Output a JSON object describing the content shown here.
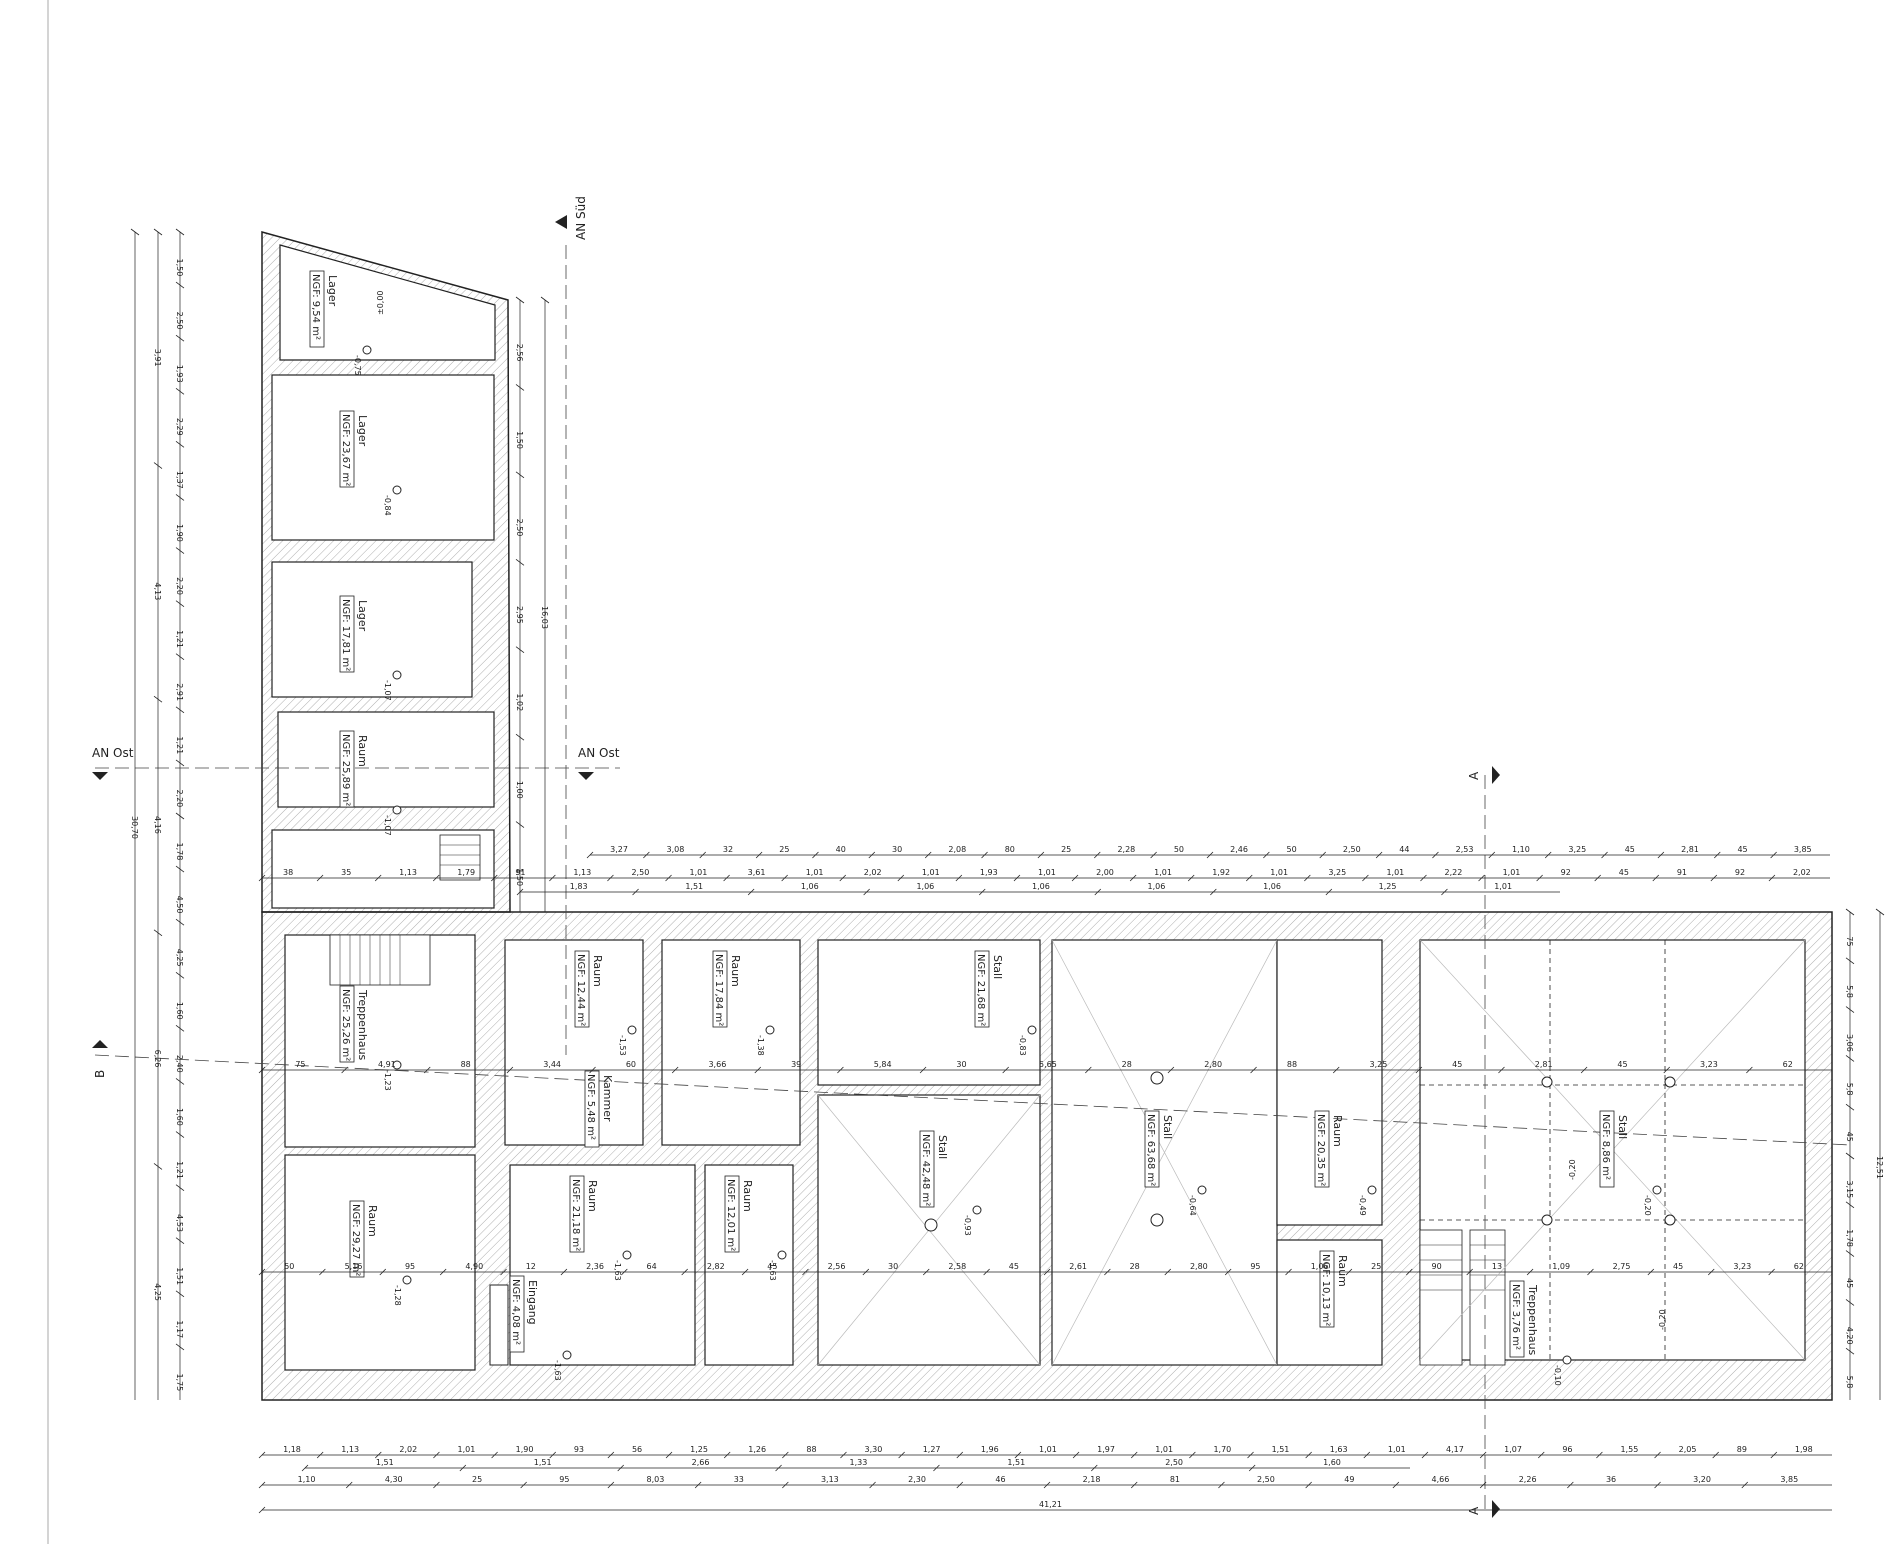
{
  "section_marks": {
    "an_sued": "AN Süd",
    "an_ost_left": "AN Ost",
    "an_ost_right": "AN Ost",
    "a_top": "A",
    "a_bottom": "A",
    "b_left": "B"
  },
  "rooms": [
    {
      "id": "lager-1",
      "name": "Lager",
      "area": "NGF: 9,54 m²",
      "level": "-0,75"
    },
    {
      "id": "lager-2",
      "name": "Lager",
      "area": "NGF: 23,67 m²",
      "level": "-0,84"
    },
    {
      "id": "lager-3",
      "name": "Lager",
      "area": "NGF: 17,81 m²",
      "level": "-1,07"
    },
    {
      "id": "raum-1",
      "name": "Raum",
      "area": "NGF: 25,89 m²",
      "level": "-1,07"
    },
    {
      "id": "treppenhaus-1",
      "name": "Treppenhaus",
      "area": "NGF: 25,26 m²",
      "level": "-1,23"
    },
    {
      "id": "raum-2",
      "name": "Raum",
      "area": "NGF: 12,44 m²",
      "level": "-1,53"
    },
    {
      "id": "raum-3",
      "name": "Raum",
      "area": "NGF: 17,84 m²",
      "level": "-1,38"
    },
    {
      "id": "kammer",
      "name": "Kammer",
      "area": "NGF: 5,48 m²",
      "level": ""
    },
    {
      "id": "stall-1",
      "name": "Stall",
      "area": "NGF: 21,68 m²",
      "level": "-0,83"
    },
    {
      "id": "stall-2",
      "name": "Stall",
      "area": "NGF: 42,48 m²",
      "level": "-0,93"
    },
    {
      "id": "stall-3",
      "name": "Stall",
      "area": "NGF: 63,68 m²",
      "level": "-0,64"
    },
    {
      "id": "raum-4",
      "name": "Raum",
      "area": "NGF: 20,35 m²",
      "level": "-0,49"
    },
    {
      "id": "raum-5",
      "name": "Raum",
      "area": "NGF: 10,13 m²",
      "level": ""
    },
    {
      "id": "stall-4",
      "name": "Stall",
      "area": "NGF: 8,86 m²",
      "level": "-0,20"
    },
    {
      "id": "raum-6",
      "name": "Raum",
      "area": "NGF: 29,27 m²",
      "level": "-1,28"
    },
    {
      "id": "raum-7",
      "name": "Raum",
      "area": "NGF: 21,18 m²",
      "level": "-1,63"
    },
    {
      "id": "raum-8",
      "name": "Raum",
      "area": "NGF: 12,01 m²",
      "level": "-1,63"
    },
    {
      "id": "eingang",
      "name": "Eingang",
      "area": "NGF: 4,08 m²",
      "level": "-1,63"
    },
    {
      "id": "treppenhaus-2",
      "name": "Treppenhaus",
      "area": "NGF: 3,76 m²",
      "level": "-0,10"
    }
  ],
  "levels": {
    "top_lager": "±0,00",
    "stall_right": "-0,20",
    "stall_right_low": "-0,20"
  },
  "dims": {
    "left_outer": [
      "1,50",
      "2,50",
      "1,93",
      "2,29",
      "1,37",
      "1,90",
      "2,20",
      "1,21",
      "2,91",
      "1,21",
      "2,20",
      "1,78",
      "4,50",
      "4,25",
      "1,60",
      "2,40",
      "1,60",
      "1,21",
      "4,53",
      "1,51",
      "1,17",
      "1,75"
    ],
    "left_total": "30,70",
    "left_mid": [
      "3,91",
      "4,13",
      "4,16",
      "6,26",
      "4,25"
    ],
    "north_wing_right": [
      "2,56",
      "1,50",
      "2,50",
      "2,95",
      "1,02",
      "1,00",
      "1,50"
    ],
    "north_wing_total": "16,03",
    "top_row1": [
      "3,27",
      "3,08",
      "32",
      "25",
      "40",
      "30",
      "2,08",
      "80",
      "25",
      "2,28",
      "50",
      "2,46",
      "50",
      "2,50",
      "44",
      "2,53",
      "1,10",
      "3,25",
      "45",
      "2,81",
      "45",
      "3,85"
    ],
    "top_row2": [
      "38",
      "35",
      "1,13",
      "1,79",
      "91",
      "1,13",
      "2,50",
      "1,01",
      "3,61",
      "1,01",
      "2,02",
      "1,01",
      "1,93",
      "1,01",
      "2,00",
      "1,01",
      "1,92",
      "1,01",
      "3,25",
      "1,01",
      "2,22",
      "1,01",
      "92",
      "45",
      "91",
      "92",
      "2,02"
    ],
    "top_row2_sub": [
      "1,83",
      "1,51",
      "1,06",
      "1,06",
      "1,06",
      "1,06",
      "1,06",
      "1,25",
      "1,01"
    ],
    "mid_row1": [
      "75",
      "4,91",
      "88",
      "3,44",
      "60",
      "3,66",
      "39",
      "5,84",
      "30",
      "5,65",
      "28",
      "2,80",
      "88",
      "3,25",
      "45",
      "2,81",
      "45",
      "3,23",
      "62"
    ],
    "mid_row2": [
      "50",
      "5,16",
      "95",
      "4,90",
      "12",
      "2,36",
      "64",
      "2,82",
      "45",
      "2,56",
      "30",
      "2,58",
      "45",
      "2,61",
      "28",
      "2,80",
      "95",
      "1,06",
      "25",
      "90",
      "13",
      "1,09",
      "2,75",
      "45",
      "3,23",
      "62"
    ],
    "bottom_row1": [
      "1,18",
      "1,13",
      "2,02",
      "1,01",
      "1,90",
      "93",
      "56",
      "1,25",
      "1,26",
      "88",
      "3,30",
      "1,27",
      "1,96",
      "1,01",
      "1,97",
      "1,01",
      "1,70",
      "1,51",
      "1,63",
      "1,01",
      "4,17",
      "1,07",
      "96",
      "1,55",
      "2,05",
      "89",
      "1,98"
    ],
    "bottom_row1_sub": [
      "1,51",
      "1,51",
      "2,66",
      "1,33",
      "1,51",
      "2,50",
      "1,60"
    ],
    "bottom_row2": [
      "1,10",
      "4,30",
      "25",
      "95",
      "8,03",
      "33",
      "3,13",
      "2,30",
      "46",
      "2,18",
      "81",
      "2,50",
      "49",
      "4,66",
      "2,26",
      "36",
      "3,20",
      "3,85"
    ],
    "bottom_total": "41,21",
    "right_side": [
      "75",
      "5,8",
      "3,06",
      "5,8",
      "45",
      "3,15",
      "1,78",
      "45",
      "4,20",
      "5,8"
    ],
    "right_total": "12,51"
  }
}
